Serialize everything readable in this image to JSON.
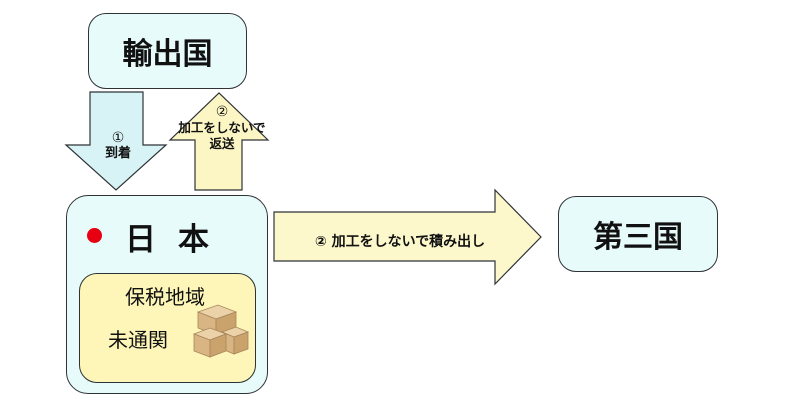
{
  "nodes": {
    "export_country": "輸出国",
    "japan": "日本",
    "bonded_area": "保税地域",
    "uncleared": "未通関",
    "third_country": "第三国"
  },
  "arrows": {
    "arrive_num": "①",
    "arrive_text": "到着",
    "return_num": "②",
    "return_text_line1": "加工をしないで",
    "return_text_line2": "返送",
    "reexport_text": "② 加工をしないで積み出し"
  },
  "colors": {
    "node_fill": "#e8fbfb",
    "bonded_fill": "#fdf6b8",
    "down_arrow_fill": "#d8f3f5",
    "up_arrow_fill": "#fbf6c4",
    "right_arrow_fill": "#fcf8cc",
    "flag_red": "#e60012",
    "box_color": "#d8b98c"
  },
  "icons": {
    "flag": "japanese-flag-icon",
    "cargo": "cardboard-boxes-icon"
  }
}
